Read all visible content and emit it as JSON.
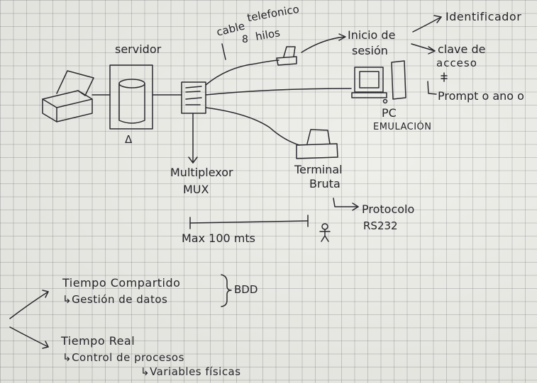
{
  "diagram": {
    "labels": {
      "servidor": "servidor",
      "cable": "cable",
      "cable_8": "8",
      "telefonico": "telefonico",
      "hilos": "hilos",
      "inicio_de": "Inicio de",
      "sesion": "sesión",
      "identificador": "Identificador",
      "clave_de": "clave de",
      "acceso": "acceso",
      "prompt": "Prompt o ano o",
      "pc": "PC",
      "emulacion": "EMULACIÓN",
      "delta": "Δ",
      "multiplexor": "Multiplexor",
      "mux": "MUX",
      "terminal": "Terminal",
      "bruta": "Bruta",
      "protocolo": "Protocolo",
      "rs232": "RS232",
      "max": "Max 100 mts",
      "tiempo_compartido": "Tiempo Compartido",
      "gestion_datos": "↳Gestión de datos",
      "bdd": "BDD",
      "tiempo_real": "Tiempo Real",
      "control_procesos": "↳Control de procesos",
      "variables_fisicas": "↳Variables físicas"
    }
  }
}
